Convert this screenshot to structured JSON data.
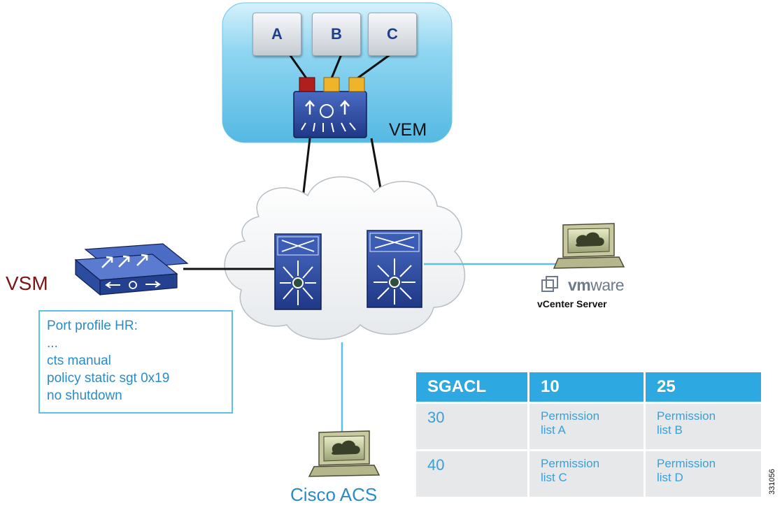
{
  "vms": [
    {
      "label": "A",
      "port_color": "#b01e1e"
    },
    {
      "label": "B",
      "port_color": "#efb42a"
    },
    {
      "label": "C",
      "port_color": "#efb42a"
    }
  ],
  "labels": {
    "vem": "VEM",
    "vsm": "VSM",
    "vcenter": "vCenter Server",
    "acs": "Cisco ACS",
    "figure_id": "331056"
  },
  "vmware_logo": {
    "vm": "vm",
    "ware": "ware"
  },
  "port_profile": {
    "lines": [
      "Port profile HR:",
      "...",
      "cts manual",
      "policy static sgt 0x19",
      "no shutdown"
    ]
  },
  "sgacl_table": {
    "headers": [
      "SGACL",
      "10",
      "25"
    ],
    "rows": [
      {
        "id": "30",
        "cells": [
          [
            "Permission",
            "list A"
          ],
          [
            "Permission",
            "list B"
          ]
        ]
      },
      {
        "id": "40",
        "cells": [
          [
            "Permission",
            "list C"
          ],
          [
            "Permission",
            "list D"
          ]
        ]
      }
    ]
  },
  "colors": {
    "vem_bg": "#7fd0ee",
    "switch_blue": "#2f4fa6",
    "link_cyan": "#5cc0e8",
    "table_header": "#2da8e0",
    "table_cell": "#e7e8ea",
    "vsm_label": "#7b1416"
  }
}
